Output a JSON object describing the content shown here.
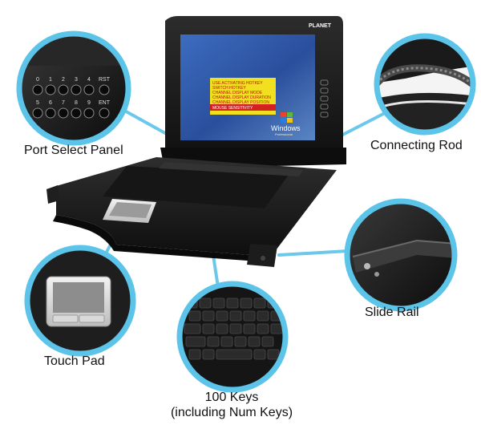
{
  "brand": {
    "logo_text": "PLANET"
  },
  "screen": {
    "os_logo_word": "Windows",
    "os_logo_edition": "Professional",
    "osd_lines": [
      "USE ACTIVATING HOTKEY",
      "SWITCH HOTKEY",
      "CHANNEL DISPLAY MODE",
      "CHANNEL DISPLAY DURATION",
      "CHANNEL DISPLAY POSITION",
      "MOUSE SENSITIVITY"
    ]
  },
  "port_panel": {
    "top_row": [
      "0",
      "1",
      "2",
      "3",
      "4"
    ],
    "bottom_row": [
      "5",
      "6",
      "7",
      "8",
      "9"
    ],
    "top_key": "RST",
    "bottom_key": "ENT"
  },
  "callouts": {
    "port_select": "Port Select Panel",
    "connecting_rod": "Connecting Rod",
    "slide_rail": "Slide Rail",
    "touch_pad": "Touch Pad",
    "keys_line1": "100 Keys",
    "keys_line2": "(including Num Keys)"
  },
  "colors": {
    "callout_ring": "#5bc4e8",
    "callout_line": "#6cc8ea",
    "chassis": "#1a1a1a",
    "screen_blue": "#2a4f9c",
    "osd_yellow": "#f0e020",
    "osd_red": "#d32020"
  }
}
